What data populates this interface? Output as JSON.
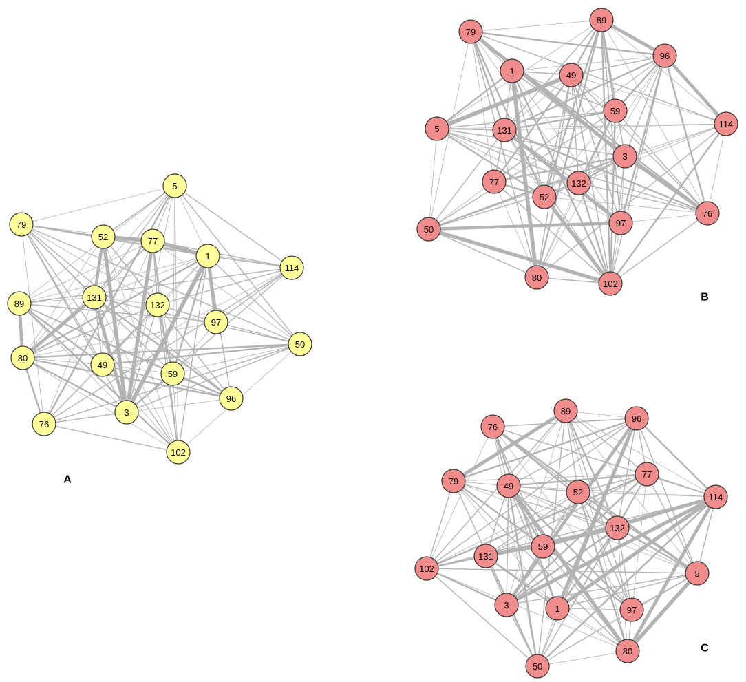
{
  "colors": {
    "panel_a_node_fill": "#ffff99",
    "panel_bc_node_fill": "#f08c8c",
    "edge": "#b3b3b3",
    "node_outline": "#333333"
  },
  "panels": [
    {
      "id": "A",
      "label": "A",
      "node_color": "#ffff99",
      "nodes": [
        "5",
        "79",
        "52",
        "77",
        "1",
        "114",
        "89",
        "131",
        "132",
        "97",
        "50",
        "80",
        "49",
        "59",
        "96",
        "76",
        "3",
        "102"
      ],
      "strong_edges": [
        [
          "52",
          "77"
        ],
        [
          "77",
          "1"
        ],
        [
          "1",
          "3"
        ],
        [
          "77",
          "3"
        ],
        [
          "52",
          "3"
        ],
        [
          "131",
          "3"
        ],
        [
          "131",
          "80"
        ],
        [
          "89",
          "80"
        ],
        [
          "52",
          "131"
        ],
        [
          "1",
          "97"
        ]
      ]
    },
    {
      "id": "B",
      "label": "B",
      "node_color": "#f08c8c",
      "nodes": [
        "79",
        "89",
        "96",
        "1",
        "49",
        "5",
        "131",
        "59",
        "114",
        "3",
        "77",
        "132",
        "52",
        "97",
        "76",
        "50",
        "80",
        "102"
      ],
      "strong_edges": [
        [
          "50",
          "97"
        ],
        [
          "50",
          "102"
        ],
        [
          "1",
          "80"
        ],
        [
          "52",
          "102"
        ],
        [
          "79",
          "3"
        ],
        [
          "89",
          "96"
        ],
        [
          "96",
          "114"
        ],
        [
          "3",
          "76"
        ],
        [
          "5",
          "49"
        ],
        [
          "131",
          "97"
        ]
      ]
    },
    {
      "id": "C",
      "label": "C",
      "node_color": "#f08c8c",
      "nodes": [
        "89",
        "96",
        "76",
        "77",
        "79",
        "49",
        "52",
        "114",
        "132",
        "131",
        "59",
        "102",
        "5",
        "3",
        "1",
        "97",
        "80",
        "50"
      ],
      "strong_edges": [
        [
          "114",
          "3"
        ],
        [
          "114",
          "1"
        ],
        [
          "80",
          "5"
        ],
        [
          "80",
          "114"
        ],
        [
          "96",
          "1"
        ],
        [
          "131",
          "132"
        ],
        [
          "89",
          "79"
        ],
        [
          "49",
          "80"
        ],
        [
          "96",
          "3"
        ],
        [
          "59",
          "114"
        ]
      ]
    }
  ]
}
